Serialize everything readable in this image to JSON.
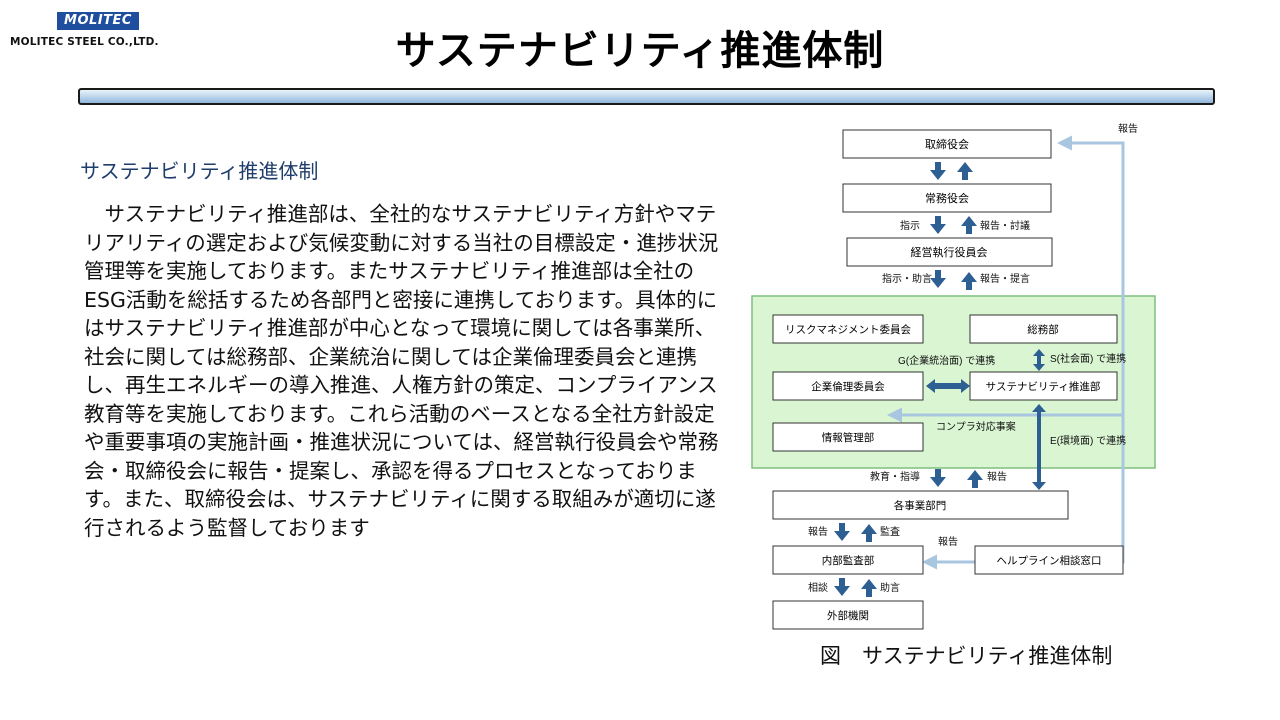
{
  "header": {
    "logo_mark": "MOLITEC",
    "logo_company": "MOLITEC STEEL CO.,LTD.",
    "title": "サステナビリティ推進体制"
  },
  "section": {
    "heading": "サステナビリティ推進体制",
    "body": "サステナビリティ推進部は、全社的なサステナビリティ方針やマテリアリティの選定および気候変動に対する当社の目標設定・進捗状況管理等を実施しております。またサステナビリティ推進部は全社のESG活動を総括するため各部門と密接に連携しております。具体的にはサステナビリティ推進部が中心となって環境に関しては各事業所、社会に関しては総務部、企業統治に関しては企業倫理委員会と連携し、再生エネルギーの導入推進、人権方針の策定、コンプライアンス教育等を実施しております。これら活動のベースとなる全社方針設定や重要事項の実施計画・推進状況については、経営執行役員会や常務会・取締役会に報告・提案し、承認を得るプロセスとなっております。また、取締役会は、サステナビリティに関する取組みが適切に遂行されるよう監督しております"
  },
  "diagram": {
    "nodes": {
      "board": "取締役会",
      "executive_committee": "常務役会",
      "management_committee": "経営執行役員会",
      "risk_committee": "リスクマネジメント委員会",
      "general_affairs": "総務部",
      "ethics_committee": "企業倫理委員会",
      "sustainability_dept": "サステナビリティ推進部",
      "info_management": "情報管理部",
      "departments": "各事業部門",
      "internal_audit": "内部監査部",
      "helpline": "ヘルプライン相談窓口",
      "external": "外部機関"
    },
    "labels": {
      "report_top": "報告",
      "instruct": "指示",
      "report_discuss": "報告・討議",
      "instruct_advise": "指示・助言",
      "report_propose": "報告・提言",
      "g_link": "G(企業統治面) で連携",
      "s_link": "S(社会面) で連携",
      "compliance": "コンプラ対応事案",
      "e_link": "E(環境面) で連携",
      "educate_guide": "教育・指導",
      "report_up": "報告",
      "report_down": "報告",
      "audit": "監査",
      "report_helpline": "報告",
      "consult": "相談",
      "advice": "助言"
    },
    "colors": {
      "arrow_blue": "#2e5f93",
      "green_area": "#d9f5d2",
      "green_border": "#7fbf7f",
      "feedback_line": "#a9c6e0"
    },
    "caption": "図　サステナビリティ推進体制"
  }
}
